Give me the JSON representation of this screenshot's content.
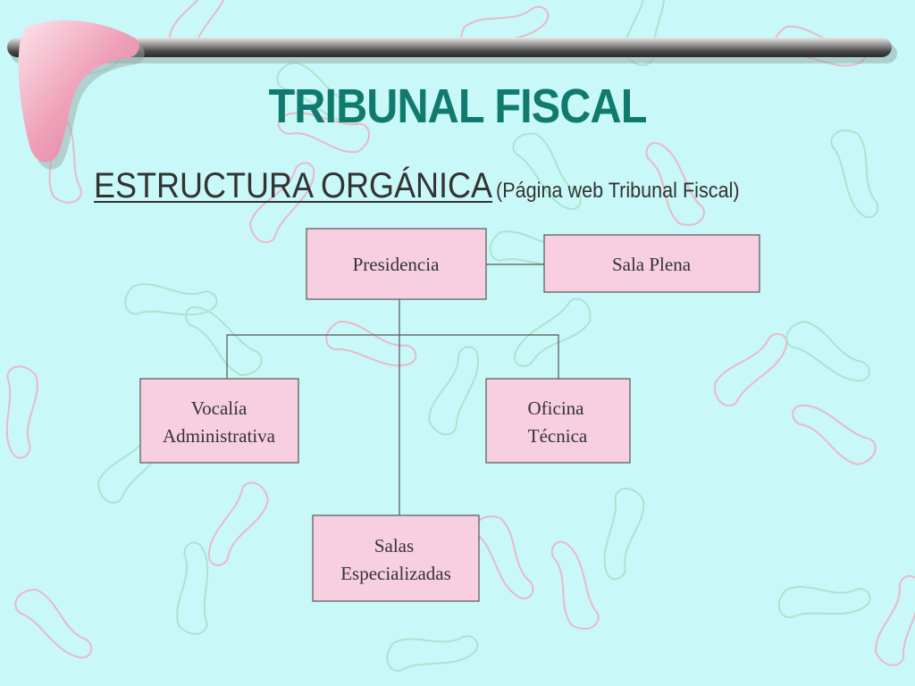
{
  "slide": {
    "title": "TRIBUNAL FISCAL",
    "subtitle": "ESTRUCTURA ORGÁNICA",
    "subtitle_note": "(Página web Tribunal Fiscal)"
  },
  "org_chart": {
    "presidencia": "Presidencia",
    "sala_plena": "Sala Plena",
    "vocalia_line1": "Vocalía",
    "vocalia_line2": "Administrativa",
    "oficina_line1": "Oficina",
    "oficina_line2": "Técnica",
    "salas_line1": "Salas",
    "salas_line2": "Especializadas"
  },
  "colors": {
    "background": "#c9f8f8",
    "title": "#117a6e",
    "node_fill": "#f8cfe0",
    "node_stroke": "#555555"
  }
}
